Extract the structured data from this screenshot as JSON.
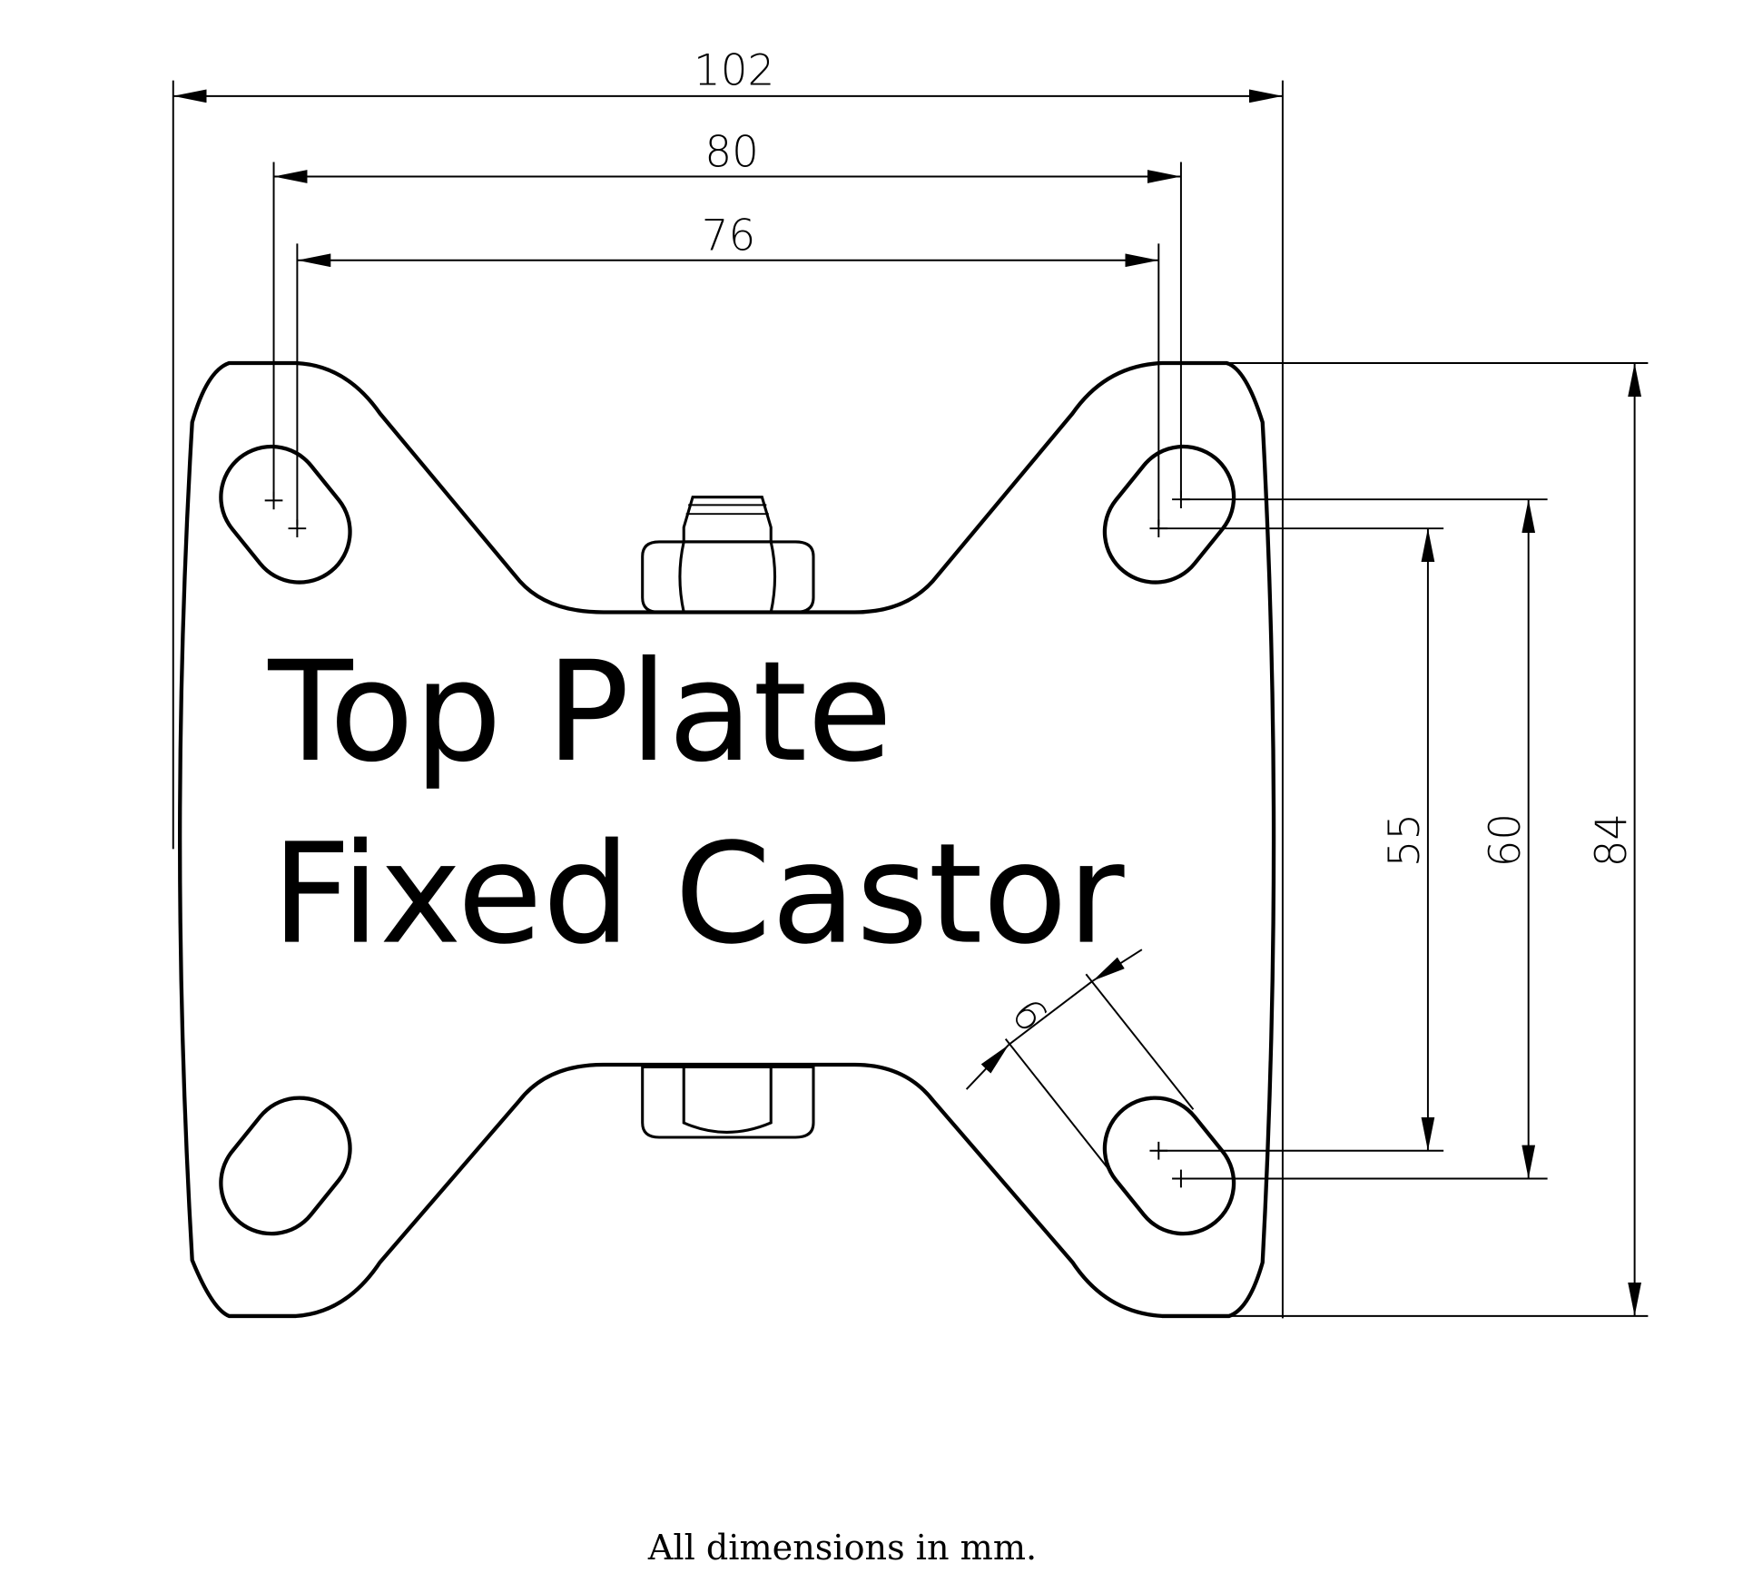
{
  "drawing": {
    "title_line1": "Top Plate",
    "title_line2": "Fixed Castor",
    "footer_note": "All dimensions in mm.",
    "dimensions": {
      "overall_width": "102",
      "hole_spacing_outer_x": "80",
      "hole_spacing_inner_x": "76",
      "hole_spacing_inner_y": "55",
      "hole_spacing_outer_y": "60",
      "overall_length": "84",
      "slot_width": "9"
    }
  }
}
